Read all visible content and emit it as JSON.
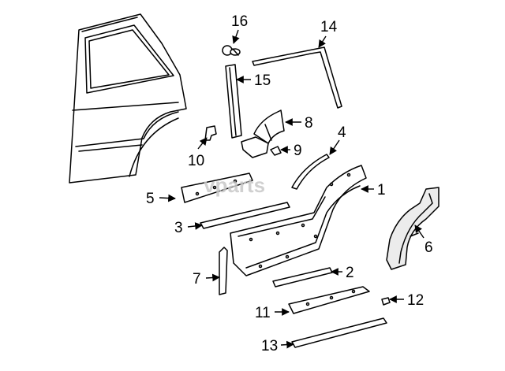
{
  "watermark": "vparts",
  "parts": [
    {
      "no": "1"
    },
    {
      "no": "2"
    },
    {
      "no": "3"
    },
    {
      "no": "4"
    },
    {
      "no": "5"
    },
    {
      "no": "6"
    },
    {
      "no": "7"
    },
    {
      "no": "8"
    },
    {
      "no": "9"
    },
    {
      "no": "10"
    },
    {
      "no": "11"
    },
    {
      "no": "12"
    },
    {
      "no": "13"
    },
    {
      "no": "14"
    },
    {
      "no": "15"
    },
    {
      "no": "16"
    }
  ]
}
